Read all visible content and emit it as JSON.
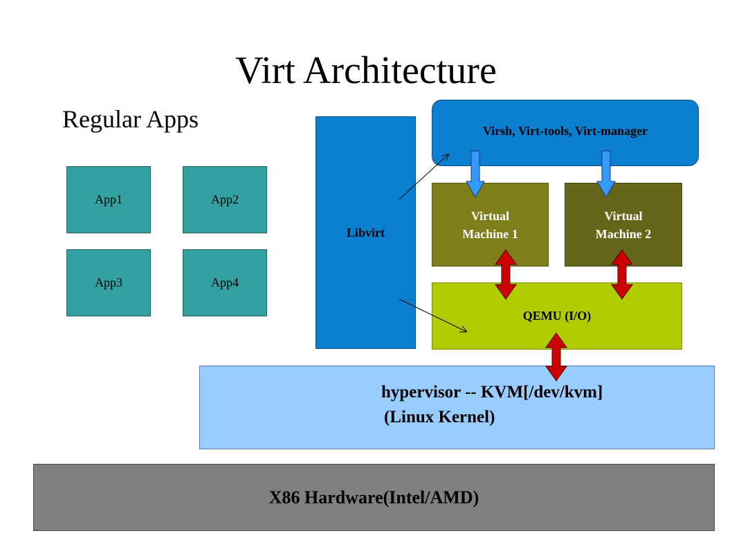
{
  "title": "Virt Architecture",
  "regular_apps": {
    "label": "Regular Apps",
    "apps": [
      "App1",
      "App2",
      "App3",
      "App4"
    ]
  },
  "libvirt": "Libvirt",
  "tools": "Virsh, Virt-tools, Virt-manager",
  "vm1": {
    "line1": "Virtual",
    "line2": "Machine 1"
  },
  "vm2": {
    "line1": "Virtual",
    "line2": "Machine 2"
  },
  "qemu": "QEMU (I/O)",
  "hypervisor": {
    "line1": "hypervisor -- KVM[/dev/kvm]",
    "line2": "(Linux Kernel)"
  },
  "hardware": "X86 Hardware(Intel/AMD)",
  "colors": {
    "app": "#33a1a1",
    "libvirt": "#0a7fd0",
    "vm1": "#7e7e1a",
    "vm2": "#66661a",
    "qemu": "#b0cc00",
    "hypervisor": "#99ccff",
    "hardware": "#808080",
    "io_arrow": "#cc0000",
    "tool_arrow": "#3399ff"
  }
}
